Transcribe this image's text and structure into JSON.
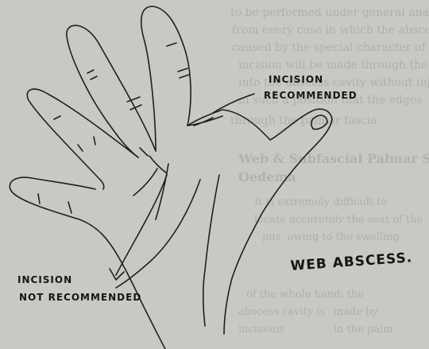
{
  "background_text": [
    "to be performed under general anaesthesia",
    "from every case in which the abscess is",
    "caused by the special character of the lesion",
    "incision will be made through the web of the",
    "into the abscess cavity without injury",
    "in such a position that the edges",
    "through the palmar fascia",
    "Web & Subfascial Palmar Space",
    "Oedema",
    "It is extremely difficult to",
    "locate accurately the seat of the",
    "pus, owing to the swelling",
    "of the whole hand; the",
    "abscess cavity is",
    "made by",
    "incisions",
    "in the palm"
  ],
  "annotations": {
    "incision_recommended_line1": "INCISION",
    "incision_recommended_line2": "RECOMMENDED",
    "incision_not_recommended_line1": "INCISION",
    "incision_not_recommended_line2": "NOT RECOMMENDED",
    "web_abscess": "WEB ABSCESS."
  }
}
